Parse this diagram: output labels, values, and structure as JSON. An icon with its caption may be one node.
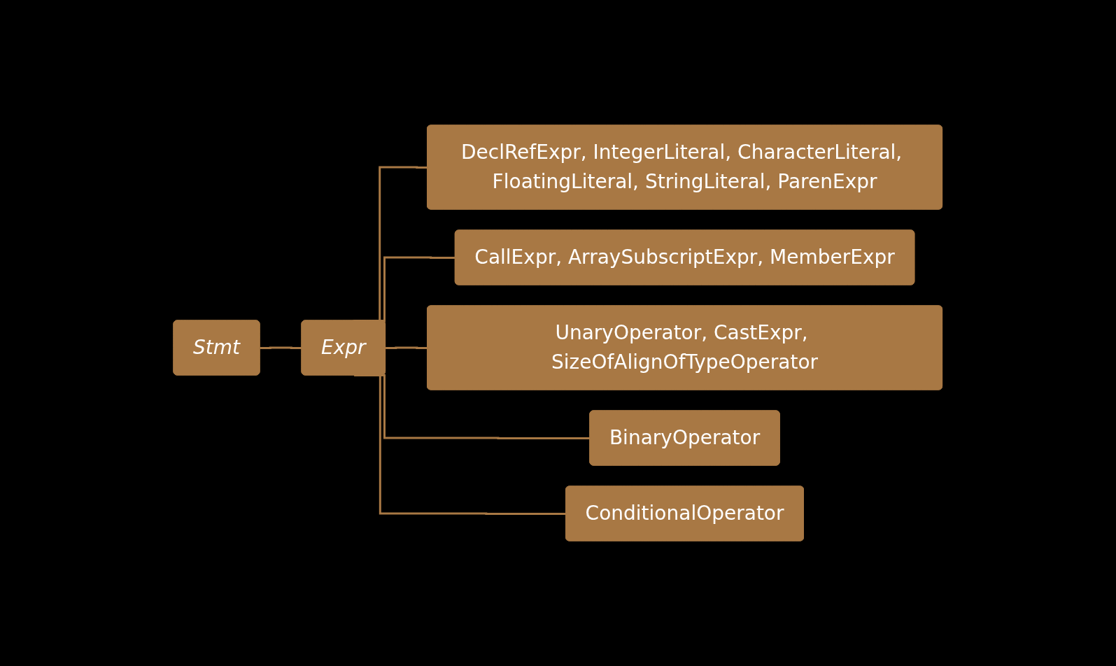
{
  "diagram": {
    "nodes": [
      {
        "text": [
          "Stmt"
        ]
      },
      {
        "text": [
          "Expr"
        ]
      },
      {
        "text": [
          "DeclRefExpr, IntegerLiteral, CharacterLiteral, FloatingLiteral, StringLiteral, ParenExpr"
        ]
      },
      {
        "text": [
          "CallExpr, ArraySubscriptExpr, MemberExpr"
        ]
      },
      {
        "text": [
          "UnaryOperator, CastExpr, SizeOfAlignOfTypeOperator"
        ]
      },
      {
        "text": [
          "BinaryOperator"
        ]
      },
      {
        "text": [
          "ConditionalOperator"
        ]
      }
    ],
    "edges": [
      {
        "from": 0,
        "to": 1,
        "arrow": "none"
      },
      {
        "from": 1,
        "to": 2,
        "arrow": "none"
      },
      {
        "from": 1,
        "to": 3,
        "arrow": "none"
      },
      {
        "from": 1,
        "to": 4,
        "arrow": "none"
      },
      {
        "from": 1,
        "to": 5,
        "arrow": "none"
      },
      {
        "from": 1,
        "to": 6,
        "arrow": "none"
      }
    ]
  }
}
